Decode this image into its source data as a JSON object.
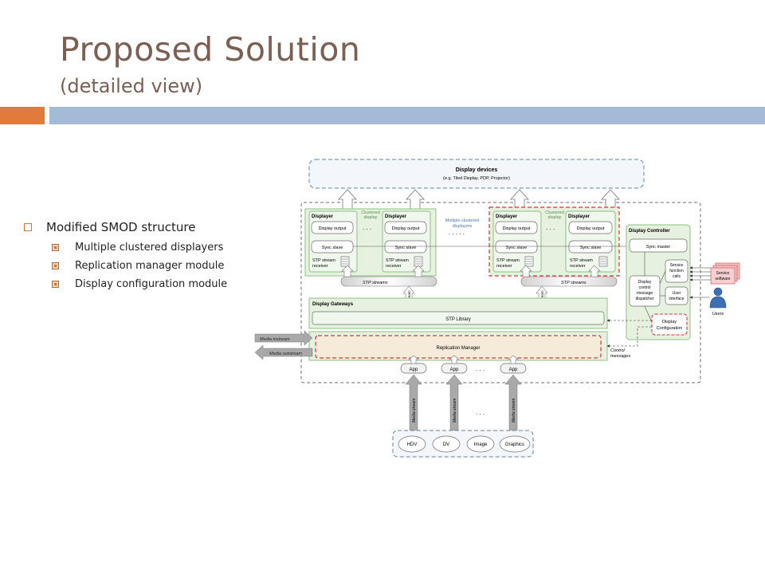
{
  "slide": {
    "title": "Proposed Solution",
    "subtitle": "(detailed view)"
  },
  "bullets": {
    "main": "Modified SMOD structure",
    "sub": [
      "Multiple clustered displayers",
      "Replication manager module",
      "Display configuration module"
    ]
  },
  "diagram": {
    "display_devices": "Display devices",
    "display_devices_sub": "(e.g. Tiled Display, PDP, Projector)",
    "displayer": "Displayer",
    "display_output": "Display output",
    "sync_slave": "Sync slave",
    "stp_stream_receiver": [
      "STP stream",
      "receiver"
    ],
    "clustered_display": [
      "Clustered",
      "display"
    ],
    "multiple_clustered": [
      "Multiple clustered",
      "displayers"
    ],
    "stp_streams": "STP streams",
    "stp_stream_vertical": "STP stream",
    "display_controller": "Display Controller",
    "sync_master": "Sync master",
    "service_function_calls": [
      "Service",
      "function",
      "calls"
    ],
    "display_control_dispatcher": [
      "Display",
      "control",
      "message",
      "dispatcher"
    ],
    "user_interface": [
      "User",
      "interface"
    ],
    "display_configuration": [
      "Display",
      "Configuration"
    ],
    "service_software": [
      "Service",
      "software"
    ],
    "users": "Users",
    "display_gateways": "Display Gateways",
    "stp_library": "STP Library",
    "replication_manager": "Replication Manager",
    "media_instream": "Media instream",
    "media_outstream": "Media outstream",
    "control_messages": [
      "Control",
      "messages"
    ],
    "app": "App",
    "media_stream": "Media stream",
    "ellipsis": ". . .",
    "ellipsis_long": ". . . . .",
    "sources": [
      "HDV",
      "DV",
      "Image",
      "Graphics"
    ],
    "colors": {
      "green_fill": "#e6f2df",
      "green_stroke": "#8cc084",
      "box_stroke": "#6d6d6d",
      "red_dash": "#e0322d",
      "blue_dash": "#5d86a6",
      "gray_arrow": "#a9a9a9"
    }
  }
}
